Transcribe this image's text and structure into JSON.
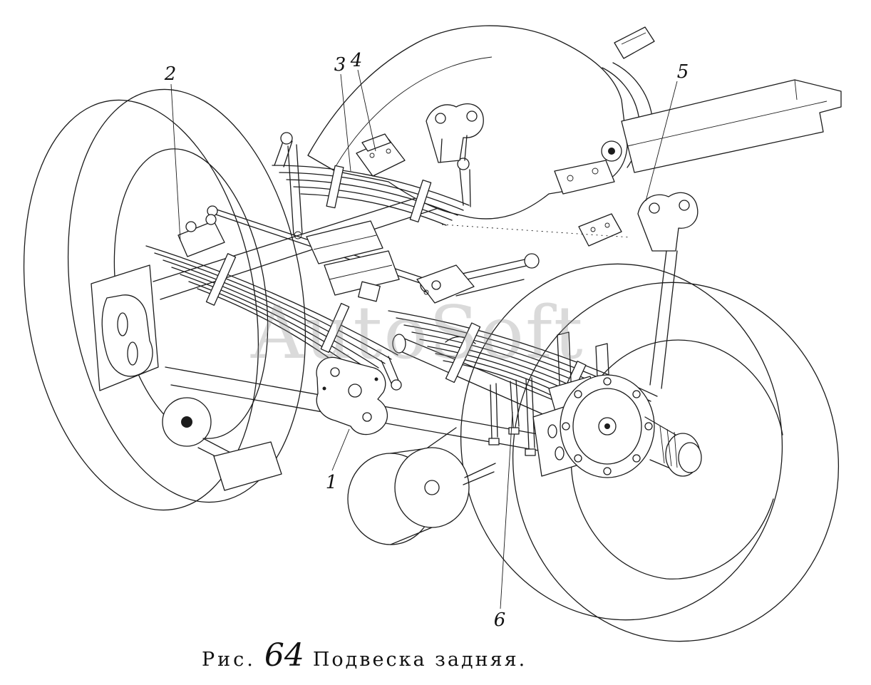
{
  "figure": {
    "caption_prefix": "Рис.",
    "caption_number": "64",
    "caption_title": "Подвеска задняя.",
    "watermark": "AutoSoft",
    "ink_color": "#1c1c1c",
    "watermark_color": "#8f8f8f"
  },
  "callouts": [
    {
      "label": "1"
    },
    {
      "label": "2"
    },
    {
      "label": "3"
    },
    {
      "label": "4"
    },
    {
      "label": "5"
    },
    {
      "label": "6"
    }
  ]
}
